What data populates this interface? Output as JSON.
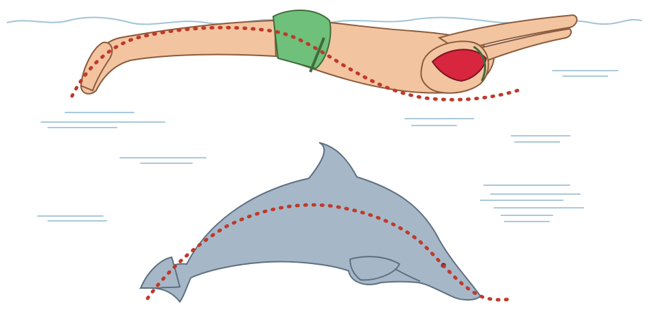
{
  "scene": {
    "description_text": "",
    "colors": {
      "background": "#ffffff",
      "water_line": "#9fc4d6",
      "ripple": "#a9c9da",
      "skin": "#f3c4a0",
      "skin_outline": "#8a5a3c",
      "trunks": "#6fc07a",
      "trunks_outline": "#3f6b3a",
      "cap": "#d7263d",
      "dolphin": "#a6b8c7",
      "dolphin_outline": "#5d6f80",
      "spine_dots": "#c0392b"
    },
    "icons": [
      "swimmer-illustration",
      "dolphin-illustration",
      "water-surface-line",
      "water-ripples"
    ]
  }
}
